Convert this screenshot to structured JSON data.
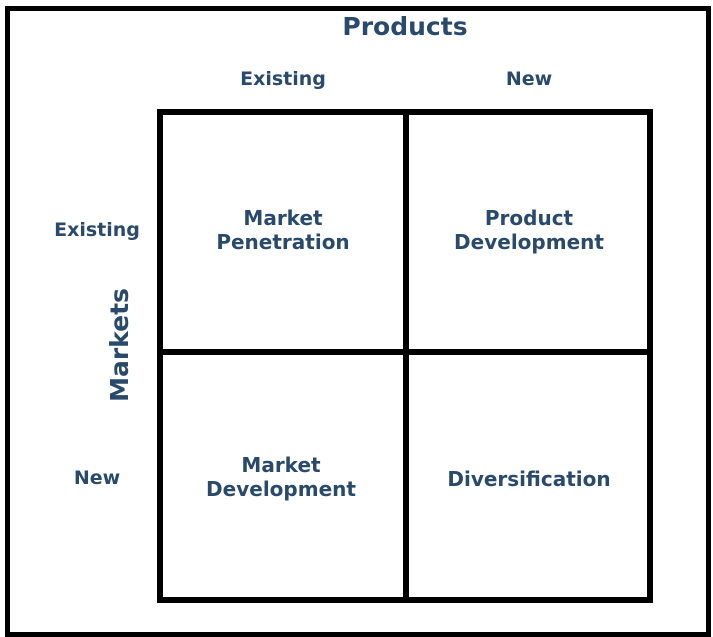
{
  "title": "Products",
  "axis_labels": {
    "top": "Products",
    "side": "Markets"
  },
  "columns": [
    "Existing",
    "New"
  ],
  "rows": [
    "Existing",
    "New"
  ],
  "quadrants": {
    "top_left": [
      "Market",
      "Penetration"
    ],
    "top_right": [
      "Product",
      "Development"
    ],
    "bottom_left": [
      "Market",
      "Development"
    ],
    "bottom_right": [
      "Diversification"
    ]
  },
  "colors": {
    "text": "#2a4a6b",
    "lines": "#000000",
    "background": "#ffffff"
  }
}
